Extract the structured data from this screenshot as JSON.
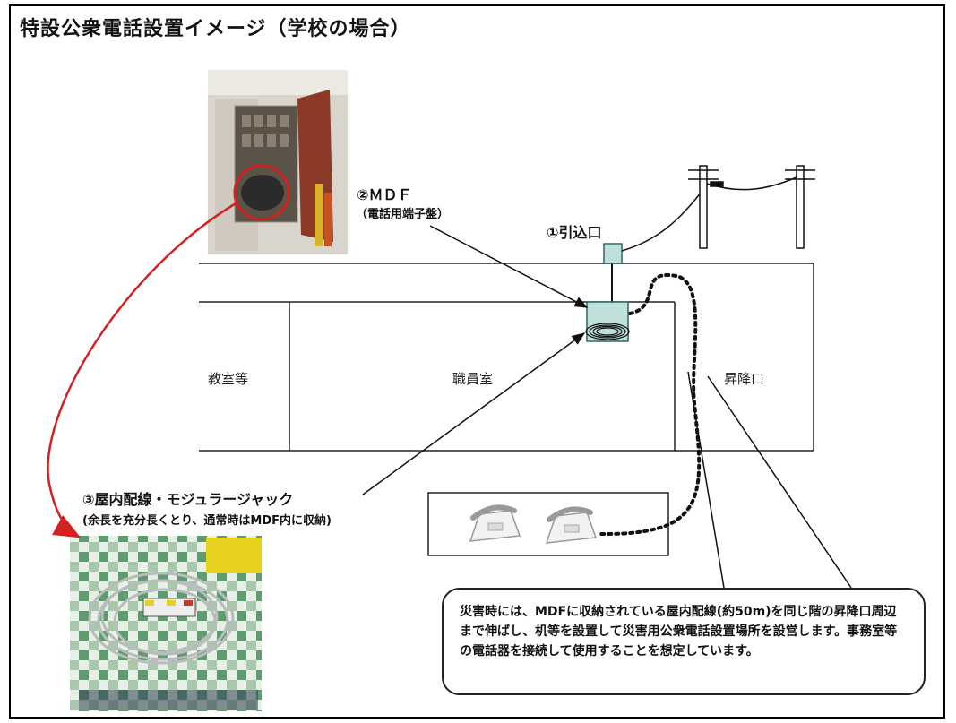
{
  "title": "特設公衆電話設置イメージ（学校の場合）",
  "labels": {
    "mdf_title": "②ＭＤＦ",
    "mdf_sub": "（電話用端子盤）",
    "entry": "①引込口",
    "jack_title": "③屋内配線・モジュラージャック",
    "jack_sub": "(余長を充分長くとり、通常時はMDF内に収納)"
  },
  "rooms": {
    "classroom": "教室等",
    "staffroom": "職員室",
    "entrance": "昇降口"
  },
  "note": "災害時には、MDFに収納されている屋内配線(約50m)を同じ階の昇降口周辺まで伸ばし、机等を設置して災害用公衆電話設置場所を設営します。事務室等の電話器を接続して使用することを想定しています。",
  "colors": {
    "callout_curve": "#d42020",
    "device_fill": "#bfe0da",
    "device_stroke": "#2a6a62"
  },
  "icons": [
    "mdf-cabinet-photo",
    "cable-coil-photo",
    "telephone-icon",
    "utility-pole-icon"
  ]
}
